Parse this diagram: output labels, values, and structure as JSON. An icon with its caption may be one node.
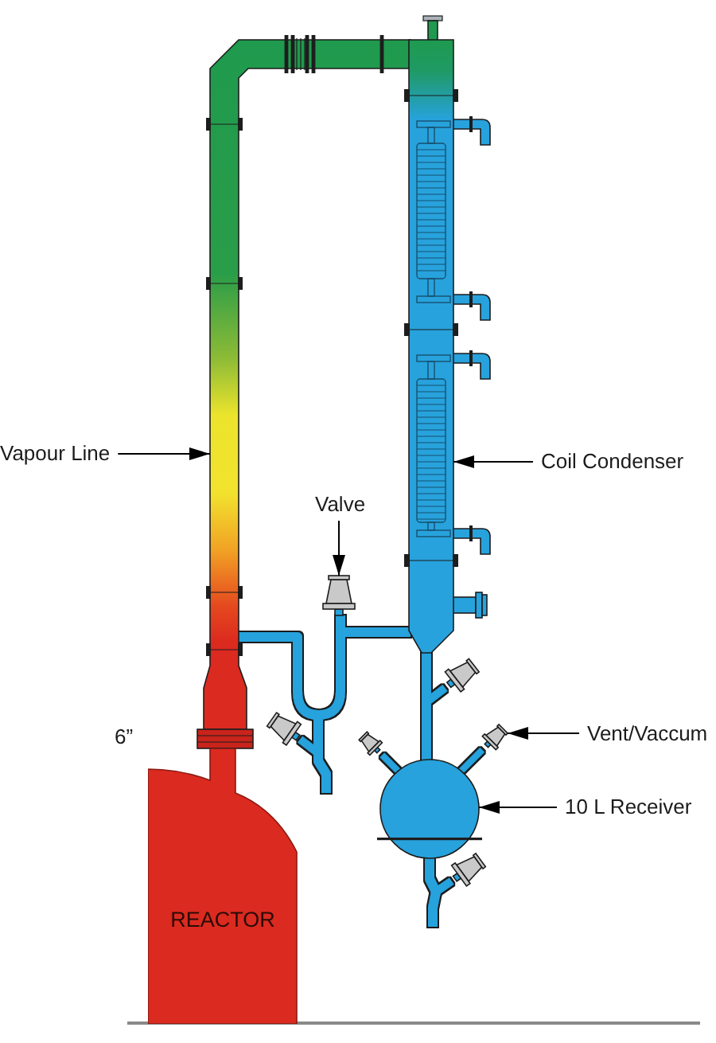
{
  "diagram": {
    "nodes": [
      {
        "text": [
          "Vapour Line"
        ]
      },
      {
        "text": [],
        "shape": "picture"
      },
      {
        "text": [
          "Coil Condenser"
        ]
      },
      {
        "text": [],
        "shape": "picture"
      },
      {
        "text": [
          "Valve"
        ]
      },
      {
        "text": [],
        "shape": "picture"
      },
      {
        "text": [
          "Vent/Vaccum"
        ]
      },
      {
        "text": [],
        "shape": "picture"
      },
      {
        "text": [
          "10 L Receiver"
        ]
      },
      {
        "text": [],
        "shape": "circle"
      },
      {
        "text": [
          "REACTOR"
        ]
      },
      {
        "text": [],
        "shape": "picture"
      },
      {
        "text": [],
        "shape": "picture"
      },
      {
        "text": [],
        "shape": "picture"
      },
      {
        "text": [],
        "shape": "picture"
      }
    ],
    "edges": [
      {
        "from": 0,
        "to": 1,
        "arrow": "to",
        "color": "#000000"
      },
      {
        "from": 2,
        "to": 3,
        "arrow": "to",
        "color": "#000000"
      },
      {
        "from": 4,
        "to": 5,
        "arrow": "to",
        "color": "#000000"
      },
      {
        "from": 6,
        "to": 7,
        "arrow": "to",
        "color": "#000000"
      },
      {
        "from": 8,
        "to": 9,
        "arrow": "to",
        "color": "#000000"
      },
      {
        "from": 1,
        "to": 5,
        "arrow": "none"
      },
      {
        "from": 1,
        "to": 3,
        "arrow": "none"
      },
      {
        "from": 1,
        "to": 12,
        "arrow": "none"
      },
      {
        "from": 1,
        "to": null,
        "arrow": "none"
      },
      {
        "from": 3,
        "to": 9,
        "arrow": "none"
      },
      {
        "from": 3,
        "to": 11,
        "arrow": "none"
      },
      {
        "from": 9,
        "to": 7,
        "arrow": "none"
      },
      {
        "from": 9,
        "to": 13,
        "arrow": "none"
      },
      {
        "from": 9,
        "to": 14,
        "arrow": "none"
      },
      {
        "from": 9,
        "to": null,
        "arrow": "none"
      }
    ],
    "labels": [
      "6”"
    ]
  }
}
